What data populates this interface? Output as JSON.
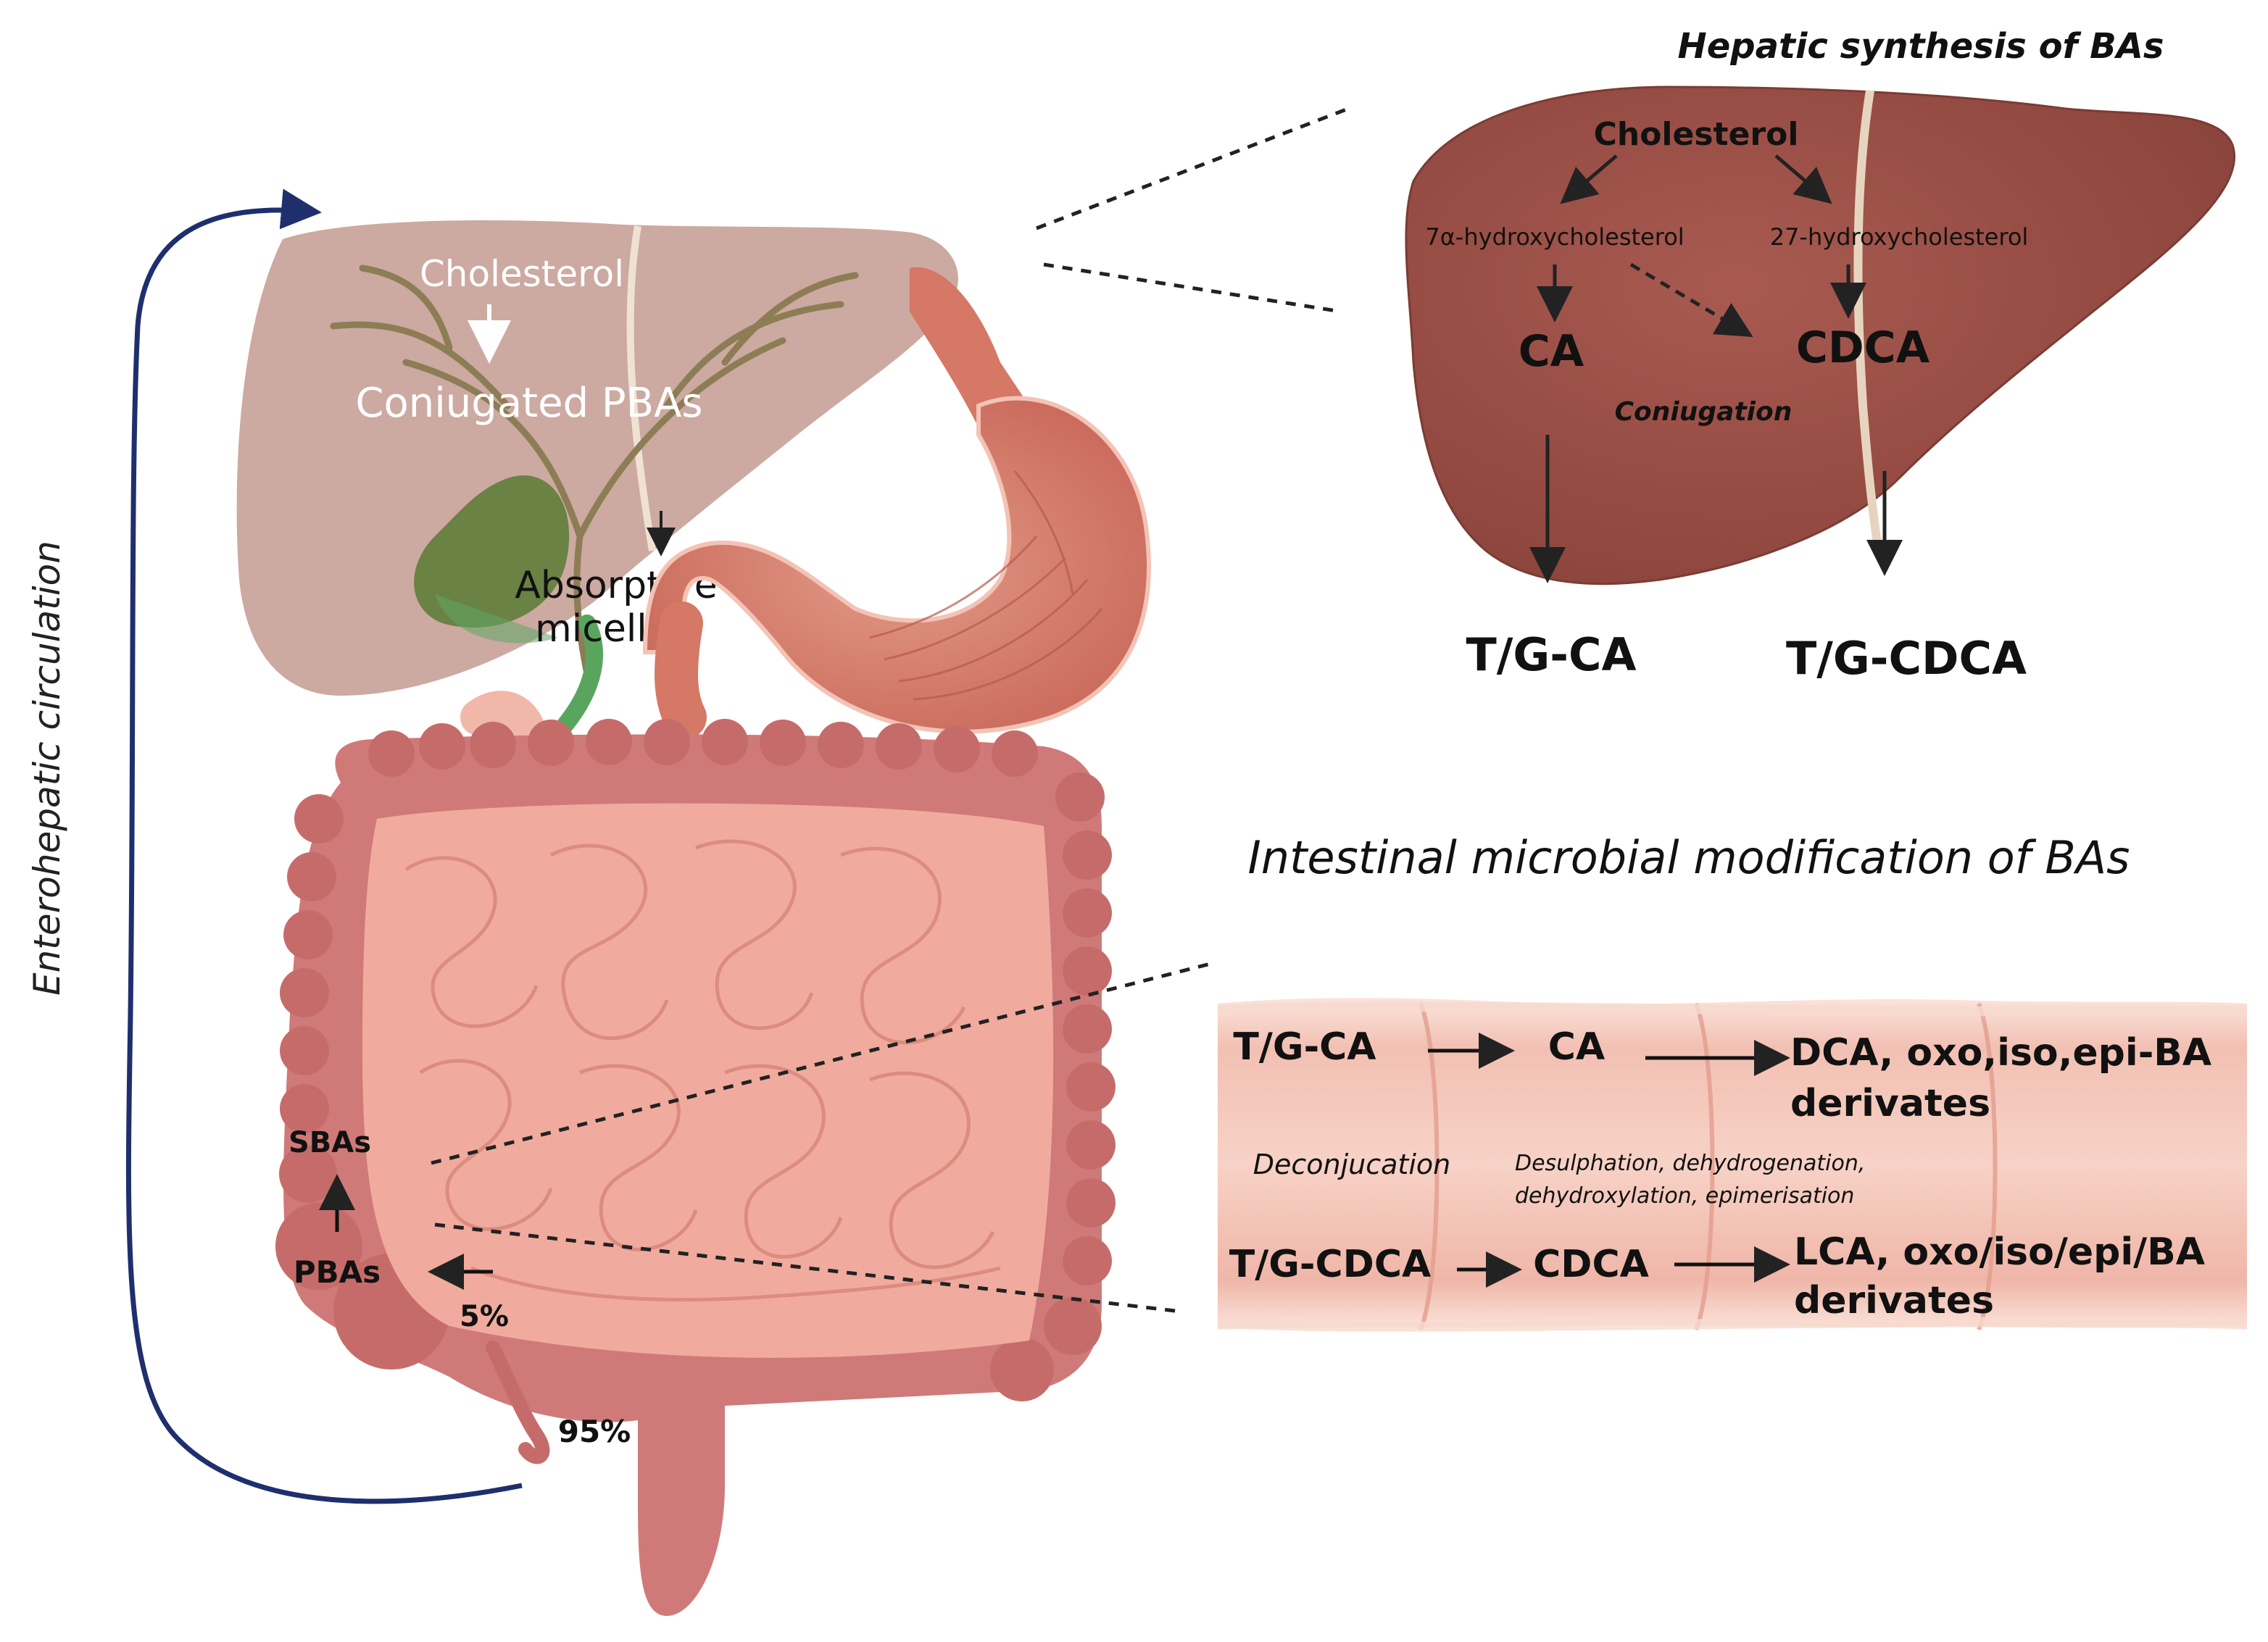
{
  "labels": {
    "enterohepatic": "Enterohepatic circulation",
    "liver_left_cholesterol": "Cholesterol",
    "liver_left_conjugated": "Coniugated PBAs",
    "absorptive_line1": "Absorptive",
    "absorptive_line2": "micelles",
    "sbas": "SBAs",
    "pbas": "PBAs",
    "pct5": "5%",
    "pct95": "95%",
    "hepatic_title": "Hepatic synthesis of BAs",
    "hepatic_cholesterol": "Cholesterol",
    "hydroxy7a": "7α-hydroxycholesterol",
    "hydroxy27": "27-hydroxycholesterol",
    "ca": "CA",
    "cdca": "CDCA",
    "coniugation": "Coniugation",
    "tg_ca": "T/G-CA",
    "tg_cdca": "T/G-CDCA",
    "intestinal_title": "Intestinal microbial modification of BAs",
    "int_tg_ca": "T/G-CA",
    "int_ca": "CA",
    "int_dca_line1": "DCA, oxo,iso,epi-BA",
    "int_dca_line2": "derivates",
    "deconjucation": "Deconjucation",
    "reactions_line1": "Desulphation, dehydrogenation,",
    "reactions_line2": "dehydroxylation, epimerisation",
    "int_tg_cdca": "T/G-CDCA",
    "int_cdca": "CDCA",
    "int_lca_line1": "LCA, oxo/iso/epi/BA",
    "int_lca_line2": "derivates"
  },
  "colors": {
    "liver_faded": "#c9a49c",
    "liver_dark": "#9a4e45",
    "stomach": "#d8806f",
    "intestine": "#e9a196",
    "colon": "#cf7a78",
    "gallbladder": "#5f7d3a",
    "circulation_arrow": "#1f2f6e",
    "text_dark": "#111111"
  }
}
